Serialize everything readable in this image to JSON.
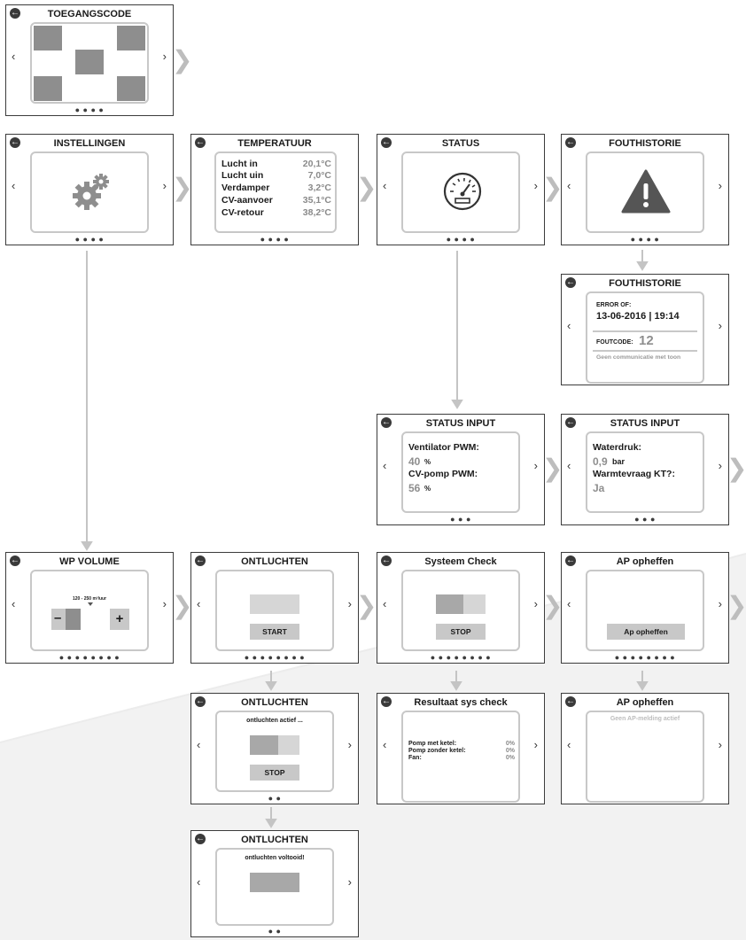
{
  "nav": {
    "prev": "‹",
    "next": "›",
    "back": "←",
    "chevron": "❯"
  },
  "screens": {
    "toegangscode": {
      "title": "TOEGANGSCODE",
      "dots": "● ● ● ●"
    },
    "instellingen": {
      "title": "INSTELLINGEN",
      "dots": "● ● ● ●"
    },
    "temperatuur": {
      "title": "TEMPERATUUR",
      "dots": "● ● ● ●",
      "rows": [
        {
          "label": "Lucht in",
          "value": "20,1°C"
        },
        {
          "label": "Lucht uin",
          "value": "7,0°C"
        },
        {
          "label": "Verdamper",
          "value": "3,2°C"
        },
        {
          "label": "CV-aanvoer",
          "value": "35,1°C"
        },
        {
          "label": "CV-retour",
          "value": "38,2°C"
        }
      ]
    },
    "status": {
      "title": "STATUS",
      "dots": "● ● ● ●"
    },
    "fouthistorie": {
      "title": "FOUTHISTORIE",
      "dots": "● ● ● ●"
    },
    "fouthistorie_detail": {
      "title": "FOUTHISTORIE",
      "error_label": "ERROR OF:",
      "datetime": "13-06-2016 | 19:14",
      "foutcode_label": "FOUTCODE:",
      "foutcode": "12",
      "message": "Geen communicatie met toon"
    },
    "status_input_1": {
      "title": "STATUS INPUT",
      "dots": "● ● ●",
      "label1": "Ventilator PWM:",
      "value1": "40",
      "unit1": "%",
      "label2": "CV-pomp PWM:",
      "value2": "56",
      "unit2": "%"
    },
    "status_input_2": {
      "title": "STATUS INPUT",
      "dots": "● ● ●",
      "label1": "Waterdruk:",
      "value1": "0,9",
      "unit1": "bar",
      "label2": "Warmtevraag KT?:",
      "value2": "Ja"
    },
    "wp_volume": {
      "title": "WP VOLUME",
      "dots": "● ● ● ● ● ● ● ●",
      "range": "120 - 250 m³/uur",
      "minus": "–",
      "plus": "+"
    },
    "ontluchten": {
      "title": "ONTLUCHTEN",
      "dots": "● ● ● ● ● ● ● ●",
      "button": "START"
    },
    "systeem_check": {
      "title": "Systeem Check",
      "dots": "● ● ● ● ● ● ● ●",
      "button": "STOP",
      "progress": 0.55
    },
    "ap_opheffen": {
      "title": "AP opheffen",
      "dots": "● ● ● ● ● ● ● ●",
      "button": "Ap opheffen"
    },
    "ontluchten_actief": {
      "title": "ONTLUCHTEN",
      "dots": "● ●",
      "status": "ontluchten actief ...",
      "button": "STOP",
      "progress": 0.58
    },
    "resultaat": {
      "title": "Resultaat sys check",
      "rows": [
        {
          "label": "Pomp met ketel:",
          "value": "0%"
        },
        {
          "label": "Pomp zonder ketel:",
          "value": "0%"
        },
        {
          "label": "Fan:",
          "value": "0%"
        }
      ]
    },
    "ap_opheffen_result": {
      "title": "AP opheffen",
      "message": "Geen AP-melding actief"
    },
    "ontluchten_voltooid": {
      "title": "ONTLUCHTEN",
      "dots": "● ●",
      "status": "ontluchten voltooid!"
    }
  }
}
